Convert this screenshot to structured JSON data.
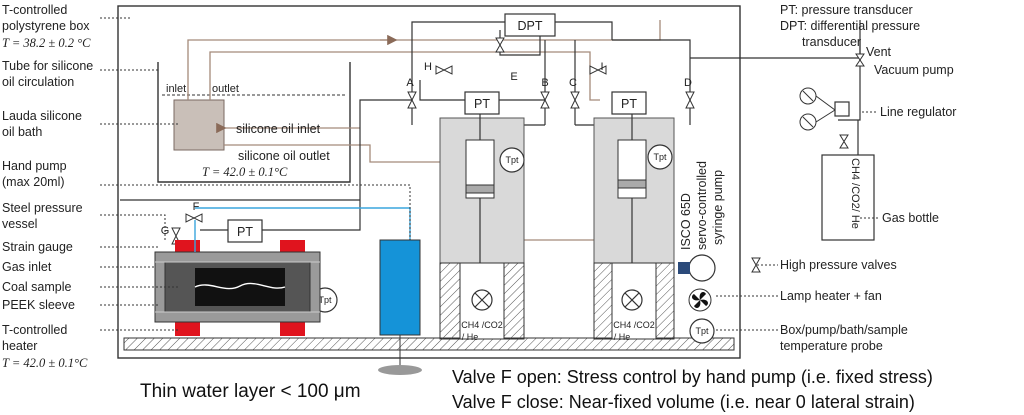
{
  "labels": {
    "box": "T-controlled polystyrene box",
    "box_line1": "T-controlled",
    "box_line2": "polystyrene box",
    "box_temp": "T = 38.2 ± 0.2 °C",
    "tube_line1": "Tube for silicone",
    "tube_line2": "oil circulation",
    "lauda_line1": "Lauda silicone",
    "lauda_line2": "oil bath",
    "hand_pump_line1": "Hand pump",
    "hand_pump_line2": "(max 20ml)",
    "steel_line1": "Steel pressure",
    "steel_line2": "vessel",
    "strain_gauge": "Strain gauge",
    "gas_inlet": "Gas inlet",
    "coal_sample": "Coal sample",
    "peek_sleeve": "PEEK sleeve",
    "heater_line1": "T-controlled",
    "heater_line2": "heater",
    "heater_temp": "T = 42.0 ± 0.1°C",
    "inlet": "inlet",
    "outlet": "outlet",
    "oil_inlet": "silicone oil inlet",
    "oil_outlet": "silicone oil outlet",
    "bath_temp": "T = 42.0 ± 0.1°C",
    "pt_legend": "PT: pressure transducer",
    "dpt_legend_line1": "DPT: differential pressure",
    "dpt_legend_line2": "transducer",
    "vent": "Vent",
    "vacuum_pump": "Vacuum pump",
    "line_regulator": "Line regulator",
    "gas_bottle": "Gas bottle",
    "bottle_text": "CH4 /CO2/ He",
    "isco_line1": "ISCO 65D",
    "isco_line2": "servo-controlled",
    "isco_line3": "syringe pump",
    "hp_valves": "High pressure valves",
    "lamp_heater": "Lamp heater + fan",
    "probe_line1": "Box/pump/bath/sample",
    "probe_line2": "temperature probe",
    "thin_water": "Thin water layer < 100 μm",
    "valve_open": "Valve F open: Stress control by hand pump (i.e. fixed stress)",
    "valve_close": "Valve F close: Near-fixed volume (i.e. near 0 lateral strain)",
    "cyl_gas_line1": "CH4 /CO2",
    "cyl_gas_line2": "/ He",
    "pt": "PT",
    "dpt": "DPT",
    "tpt": "Tpt"
  },
  "valves": [
    "A",
    "B",
    "C",
    "D",
    "E",
    "F",
    "G",
    "H",
    "I"
  ],
  "colors": {
    "oil": "#a58a7a",
    "water": "#3aa6dd",
    "cylinder_fill": "#d9d9d9",
    "heater_red": "#e0141e",
    "hand_pump_blue": "#1593d8"
  }
}
